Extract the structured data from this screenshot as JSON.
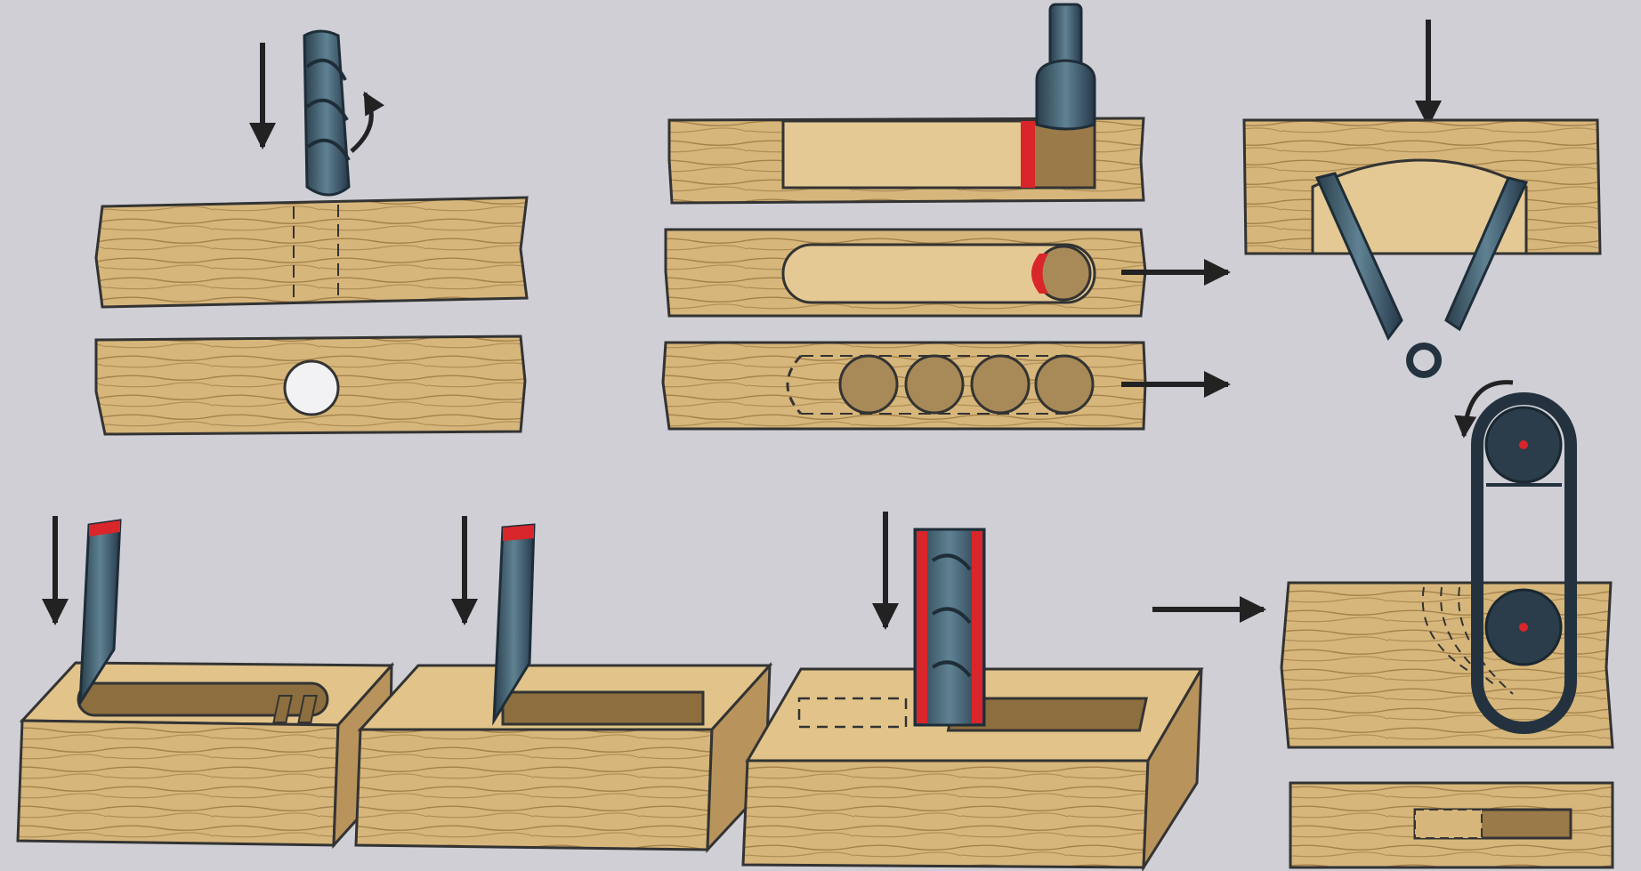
{
  "figure": {
    "panels": [
      {
        "id": "drilling-round-hole",
        "tool": "twist-drill",
        "result": "round hole"
      },
      {
        "id": "slot-milling-stages",
        "tool": "end-mill",
        "result": "slot"
      },
      {
        "id": "chisel-slot-cutting",
        "tool": "chisel",
        "result": "slot"
      },
      {
        "id": "chain-mortiser",
        "tool": "chain-cutter",
        "result": "mortise"
      }
    ],
    "colors": {
      "background": "#cfcfd5",
      "wood_light": "#d8b97e",
      "wood_dark": "#c09a5e",
      "wood_grain": "#8a6a3a",
      "tool_steel": "#3c5a6a",
      "tool_edge_red": "#d8262a",
      "arrow": "#222222"
    },
    "icons": [
      "down-arrow-icon",
      "right-arrow-icon",
      "rotation-arrow-icon"
    ]
  }
}
